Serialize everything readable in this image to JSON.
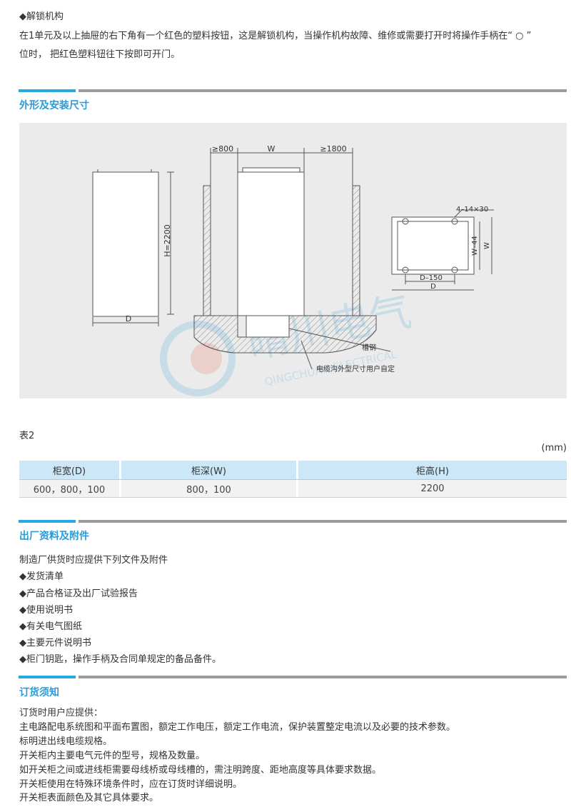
{
  "unlock": {
    "heading": "◆解锁机构",
    "line1": "在1单元及以上抽屉的右下角有一个红色的塑料按钮，这是解锁机构，当操作机构故障、维修或需要打开时将操作手柄在“ ○ ”",
    "line2": "位时，  把红色塑料钮往下按即可开门。"
  },
  "dimensions_section": {
    "title": "外形及安装尺寸",
    "diagram": {
      "label_d_front": "D",
      "label_h": "H=2200",
      "label_ge800": "≥800",
      "label_w": "W",
      "label_ge1800": "≥1800",
      "label_holes": "4–14×30",
      "label_w44": "W–44",
      "label_w_side": "W",
      "label_d150": "D–150",
      "label_d_base": "D",
      "label_channel": "槽钢",
      "label_trench": "电缆沟外型尺寸用户自定",
      "watermark_cn": "晴川电气",
      "watermark_en": "QINGCHUAN ELECTRICAL"
    }
  },
  "table2": {
    "caption": "表2",
    "unit": "(mm)",
    "headers": [
      "柜宽(D)",
      "柜深(W)",
      "柜高(H)"
    ],
    "row": [
      "600，800，100",
      "800，100",
      "2200"
    ]
  },
  "factory_section": {
    "title": "出厂资料及附件",
    "intro": "制造厂供货时应提供下列文件及附件",
    "items": [
      "◆发货清单",
      "◆产品合格证及出厂试验报告",
      "◆使用说明书",
      "◆有关电气图纸",
      "◆主要元件说明书",
      "◆柜门钥匙，操作手柄及合同单规定的备品备件。"
    ]
  },
  "order_section": {
    "title": "订货须知",
    "lines": [
      "订货时用户应提供：",
      "主电路配电系统图和平面布置图，额定工作电压，额定工作电流，保护装置整定电流以及必要的技术参数。",
      "标明进出线电缆规格。",
      "开关柜内主要电气元件的型号，规格及数量。",
      "如开关柜之间或进线柜需要母线桥或母线槽的，需注明跨度、距地高度等具体要求数据。",
      "开关柜使用在特殊环境条件时，应在订货时详细说明。",
      "开关柜表面颜色及其它具体要求。"
    ]
  },
  "colors": {
    "accent": "#2a9bd6",
    "rule_gray": "#9b9b9b",
    "table_header": "#cbe7f8"
  }
}
